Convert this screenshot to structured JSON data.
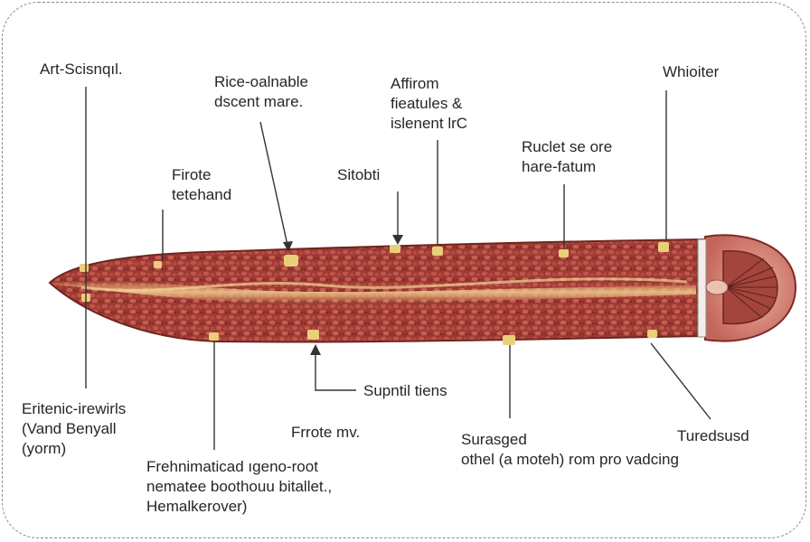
{
  "labels": {
    "top_left": [
      "Art-Scisnqıl."
    ],
    "rice": [
      "Rice-oalnable",
      "dscent mare."
    ],
    "affirom": [
      "Affirom",
      "fieatules &",
      "islenent lrC"
    ],
    "whioiter": [
      "Whioiter"
    ],
    "firote": [
      "Firote",
      "tetehand"
    ],
    "sitobti": [
      "Sitobti"
    ],
    "ruclet": [
      "Ruclet se ore",
      "hare-fatum"
    ],
    "eritenic": [
      "Eritenic-irewirls",
      "(Vand Benyall",
      "(yorm)"
    ],
    "frrote": [
      "Frrote mv."
    ],
    "supntil": [
      "Supntil tiens"
    ],
    "frehnimaticad": [
      "Frehnimaticad ıgeno-root",
      "nematee boothouu bitallet.,",
      "Hemalkerover)"
    ],
    "surasged": [
      "Surasged",
      "othel (a moteh) rom pro vadcing"
    ],
    "turedsusd": [
      "Turedsusd"
    ]
  },
  "colors": {
    "body_red": "#a8423a",
    "body_dark": "#7d2a24",
    "center_stripe": "#e8b87a",
    "head_pink": "#d98a7a",
    "line": "#333333"
  }
}
